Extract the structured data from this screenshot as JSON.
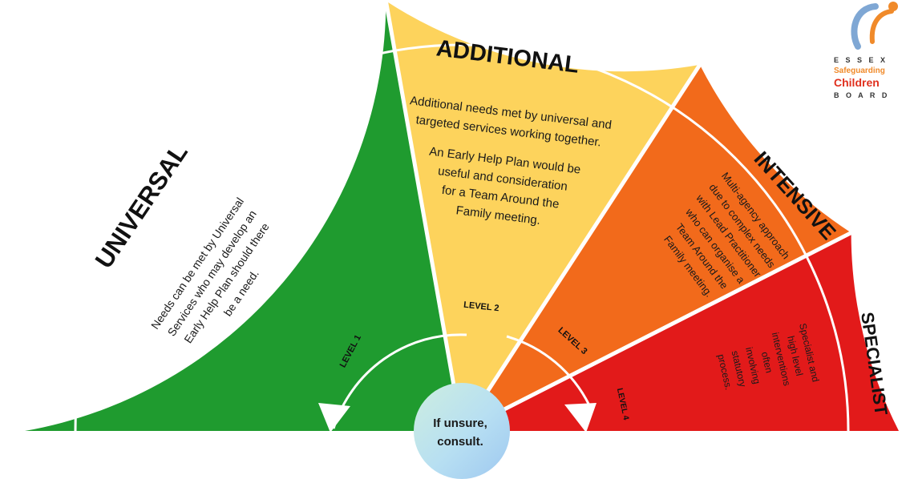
{
  "diagram": {
    "segments": [
      {
        "id": "universal",
        "title": "UNIVERSAL",
        "level": "LEVEL 1",
        "color": "#1f9b2f",
        "lines": [
          "Needs can be met by Universal",
          "Services who may develop an",
          "Early Help Plan should there",
          "be a need."
        ]
      },
      {
        "id": "additional",
        "title": "ADDITIONAL",
        "level": "LEVEL 2",
        "color": "#fdd35c",
        "lines": [
          "Additional needs met by universal and",
          "targeted services working together.",
          "",
          "An Early Help Plan would be",
          "useful and consideration",
          "for a Team Around the",
          "Family meeting."
        ]
      },
      {
        "id": "intensive",
        "title": "INTENSIVE",
        "level": "LEVEL 3",
        "color": "#f26a1b",
        "lines": [
          "Multi-agency approach",
          "due to complex needs",
          "with Lead Practitioner",
          "who can organise a",
          "Team Around the",
          "Family meeting."
        ]
      },
      {
        "id": "specialist",
        "title": "SPECIALIST",
        "level": "LEVEL 4",
        "color": "#e21a1a",
        "lines": [
          "Specialist and",
          "high level",
          "interventions",
          "often",
          "involving",
          "statutory",
          "process."
        ]
      }
    ],
    "center": {
      "lines": [
        "If unsure,",
        "consult."
      ]
    }
  },
  "logo": {
    "line1": "E S S E X",
    "line2": "Safeguarding",
    "line3": "Children",
    "line4": "B O A R D",
    "colors": {
      "blue": "#7fa7d4",
      "orange": "#f08a2a",
      "red": "#e0301e",
      "dark": "#333333"
    }
  }
}
